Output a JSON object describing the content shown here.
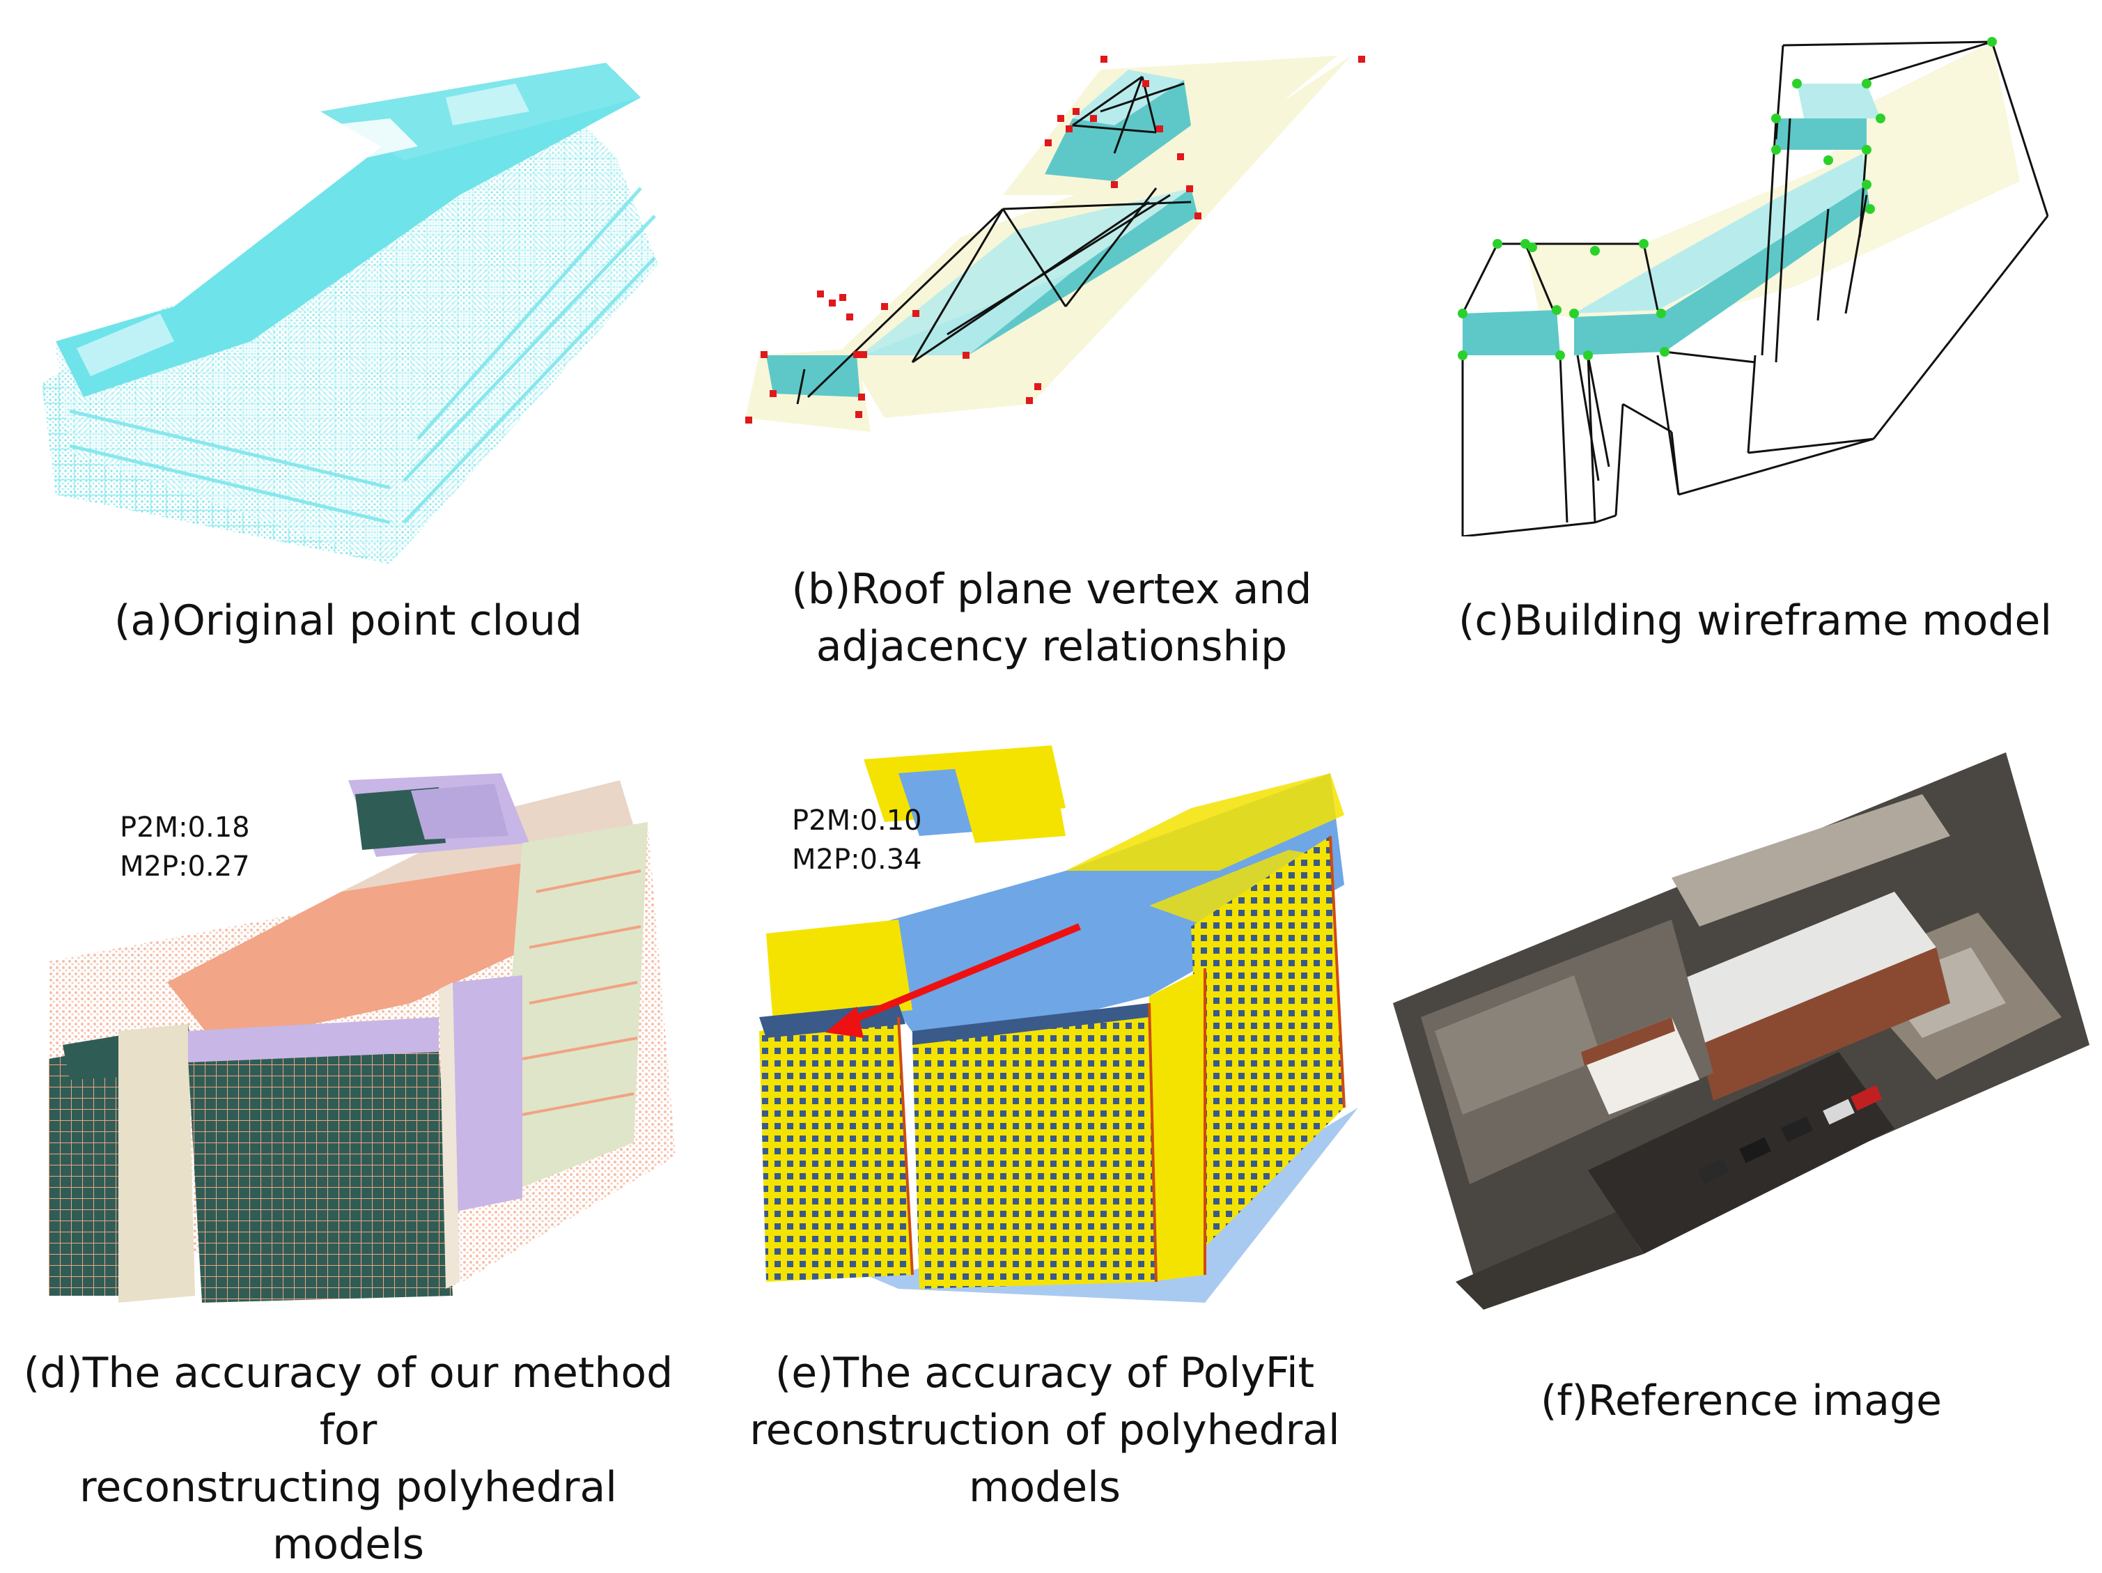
{
  "panels": {
    "a": {
      "caption": "(a)Original point cloud"
    },
    "b": {
      "caption_line1": "(b)Roof plane vertex and",
      "caption_line2": "adjacency relationship"
    },
    "c": {
      "caption": "(c)Building wireframe model"
    },
    "d": {
      "caption_line1": "(d)The accuracy of our method for",
      "caption_line2": "reconstructing polyhedral models",
      "p2m": "P2M:0.18",
      "m2p": "M2P:0.27"
    },
    "e": {
      "caption_line1": "(e)The accuracy of PolyFit",
      "caption_line2": "reconstruction of polyhedral models",
      "p2m": "P2M:0.10",
      "m2p": "M2P:0.34"
    },
    "f": {
      "caption": "(f)Reference image"
    }
  },
  "colors": {
    "point_cloud": "#7fe6ec",
    "roof_fill": "#f8f6d8",
    "prism": "#5ec8c8",
    "vertex_red": "#e0181b",
    "vertex_green": "#2bd12b",
    "model_orange": "#f0a384",
    "model_dark": "#2f5d55",
    "model_lavender": "#c8b6e6",
    "polyfit_yellow": "#f4e300",
    "polyfit_blue": "#6fa6e6",
    "arrow_red": "#ee1111"
  }
}
